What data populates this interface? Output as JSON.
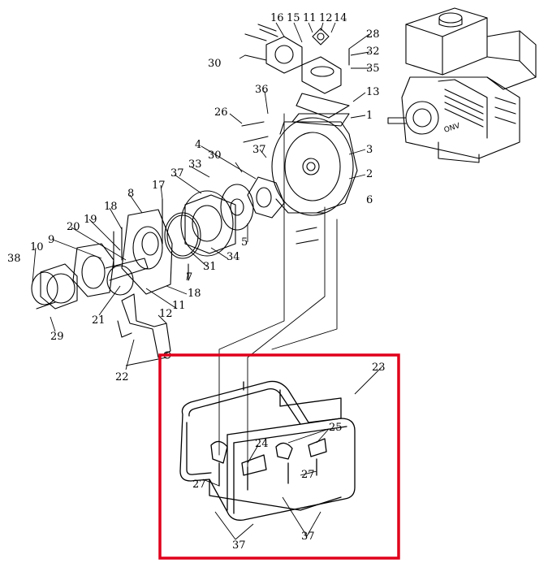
{
  "highlight_color": "#e0001b",
  "line_color": "#000000",
  "part_numbers": [
    "16",
    "11",
    "12",
    "14",
    "15",
    "28",
    "32",
    "35",
    "30",
    "36",
    "13",
    "1",
    "26",
    "3",
    "30",
    "4",
    "2",
    "37",
    "33",
    "6",
    "37",
    "17",
    "5",
    "8",
    "34",
    "31",
    "18",
    "19",
    "7",
    "20",
    "9",
    "10",
    "11",
    "18",
    "38",
    "12",
    "21",
    "29",
    "22",
    "23",
    "25",
    "24",
    "27",
    "27",
    "37",
    "37"
  ],
  "frame_label": "23"
}
